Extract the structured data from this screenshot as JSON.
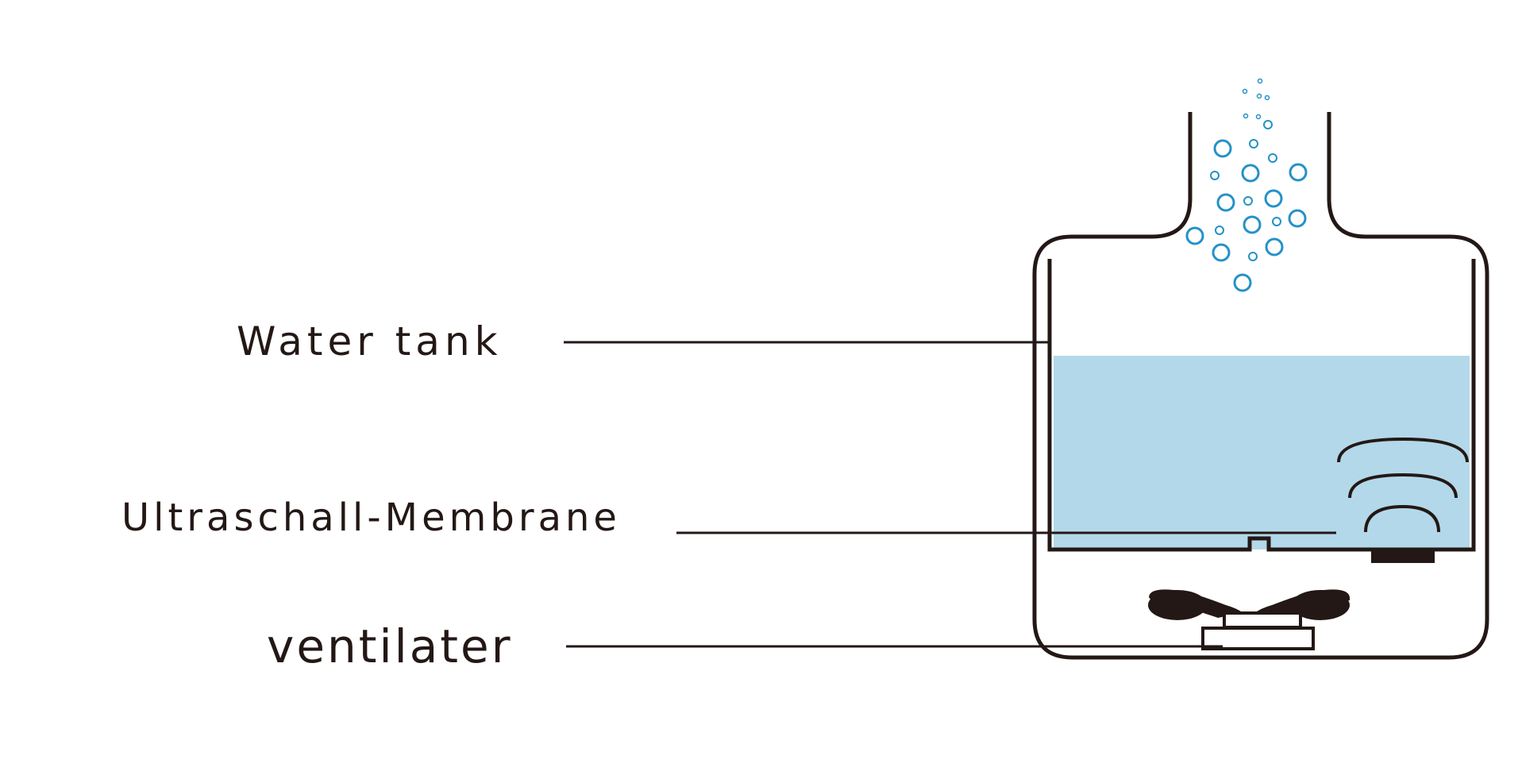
{
  "labels": {
    "water_tank": "Water tank",
    "membrane": "Ultraschall-Membrane",
    "ventilater": "ventilater"
  },
  "colors": {
    "outline": "#231815",
    "water": "#b3d8e9",
    "bubble": "#2491c8",
    "background": "#ffffff"
  },
  "icons": {
    "bubbles": "mist-bubbles-icon",
    "waves": "ultrasonic-wave-icon",
    "fan": "fan-blade-icon"
  }
}
